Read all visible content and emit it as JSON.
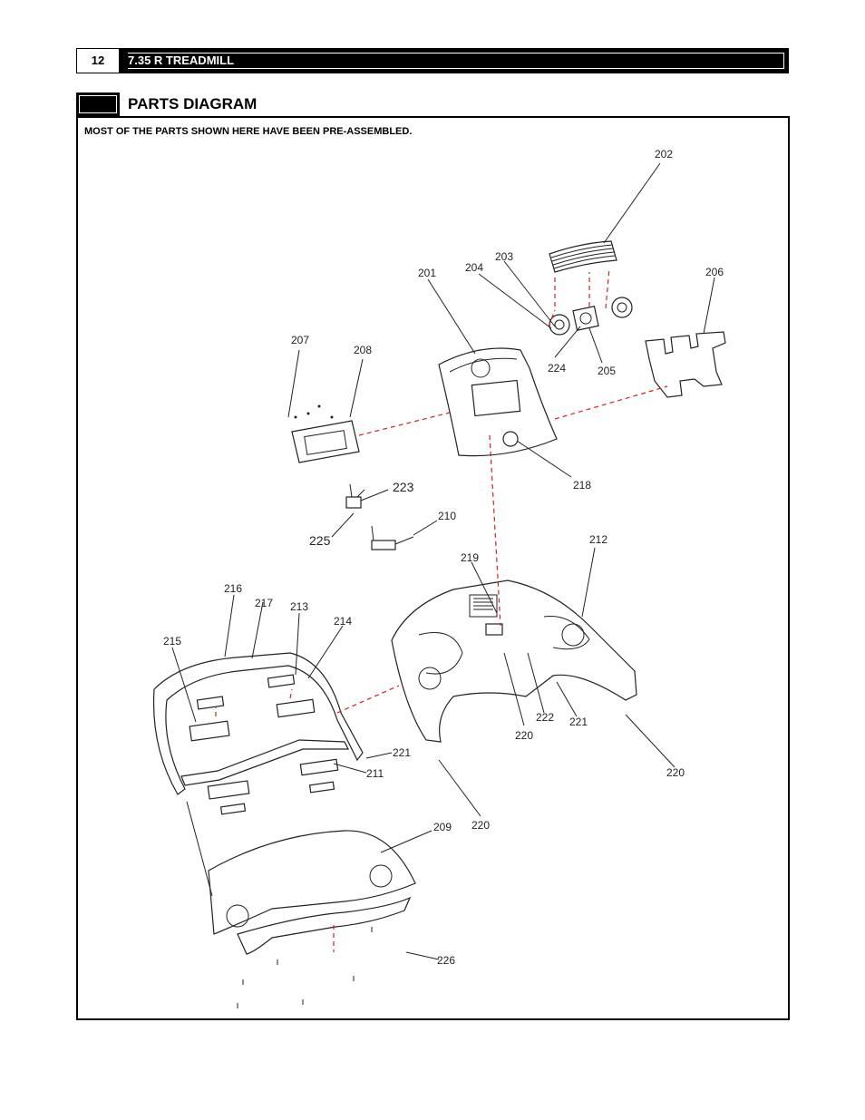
{
  "header": {
    "page_number": "12",
    "title": "7.35 R TREADMILL"
  },
  "section": {
    "title": "PARTS DIAGRAM"
  },
  "note": "MOST OF THE PARTS SHOWN HERE HAVE BEEN PRE-ASSEMBLED.",
  "callouts": {
    "c201": "201",
    "c202": "202",
    "c203": "203",
    "c204": "204",
    "c205": "205",
    "c206": "206",
    "c207": "207",
    "c208": "208",
    "c209": "209",
    "c210": "210",
    "c211": "211",
    "c212": "212",
    "c213": "213",
    "c214": "214",
    "c215": "215",
    "c216": "216",
    "c217": "217",
    "c218": "218",
    "c219": "219",
    "c220a": "220",
    "c220b": "220",
    "c220c": "220",
    "c221a": "221",
    "c221b": "221",
    "c222": "222",
    "c223": "223",
    "c224": "224",
    "c225": "225",
    "c226": "226"
  }
}
